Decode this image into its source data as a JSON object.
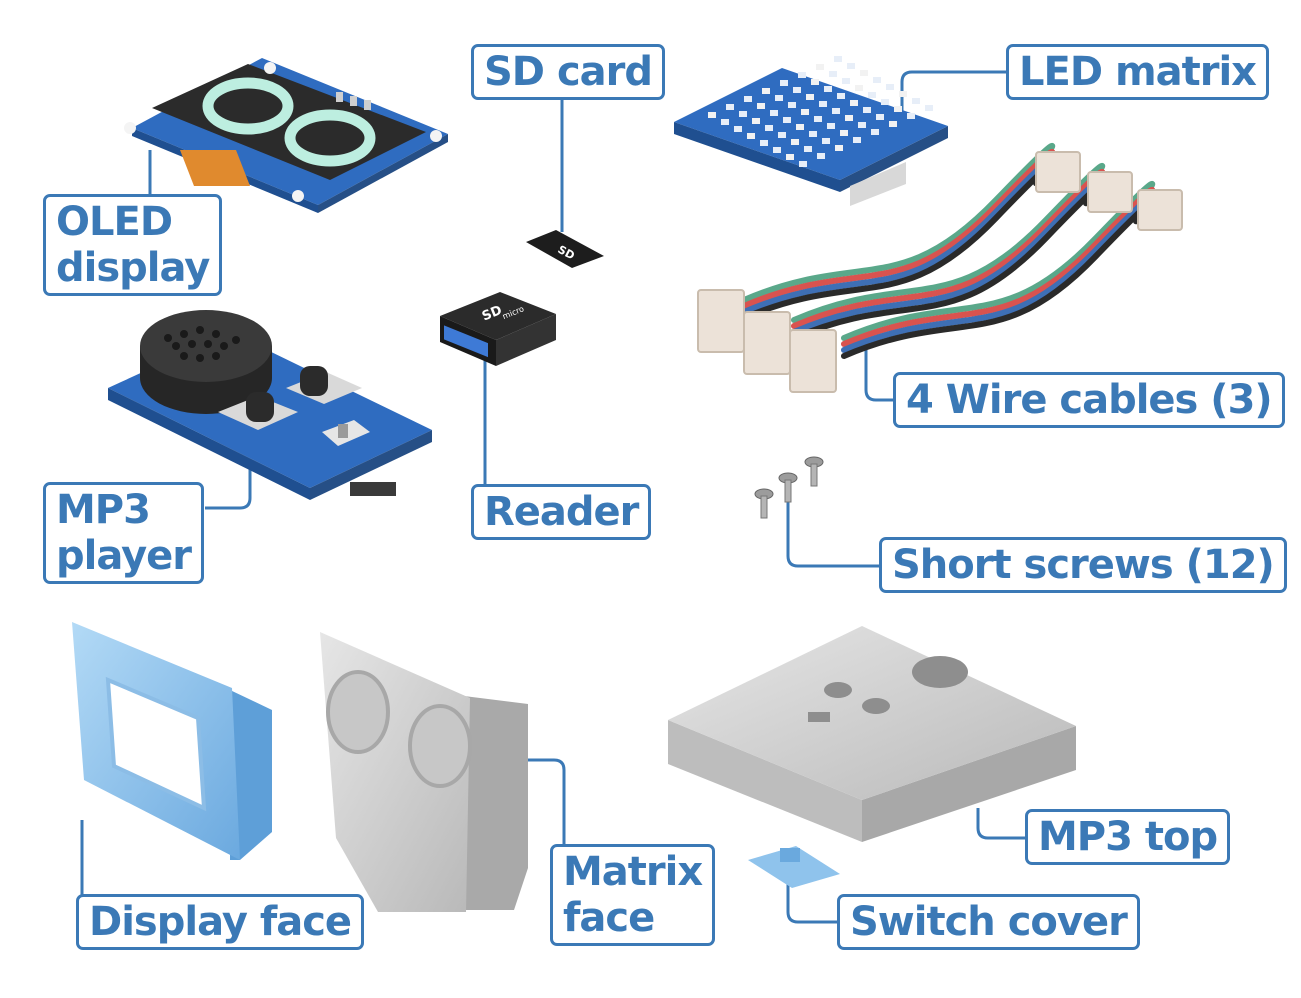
{
  "colors": {
    "accent": "#3b79b6",
    "pcb_blue": "#2f6cc0",
    "print_blue": "#8fc3ec",
    "print_gray": "#cfcfcf",
    "wire_red": "#d9534f",
    "wire_green": "#5aa88a",
    "wire_blue": "#3e6fb5",
    "wire_black": "#2a2a2a"
  },
  "labels": {
    "sd_card": "SD card",
    "led_matrix": "LED matrix",
    "oled_line1": "OLED",
    "oled_line2": "display",
    "wire_cables": "4 Wire cables (3)",
    "mp3_line1": "MP3",
    "mp3_line2": "player",
    "reader": "Reader",
    "short_screws": "Short screws (12)",
    "matrix_line1": "Matrix",
    "matrix_line2": "face",
    "mp3_top": "MP3 top",
    "display_face": "Display face",
    "switch_cover": "Switch cover"
  },
  "card_text": {
    "sd": "SD",
    "micro": "micro"
  }
}
